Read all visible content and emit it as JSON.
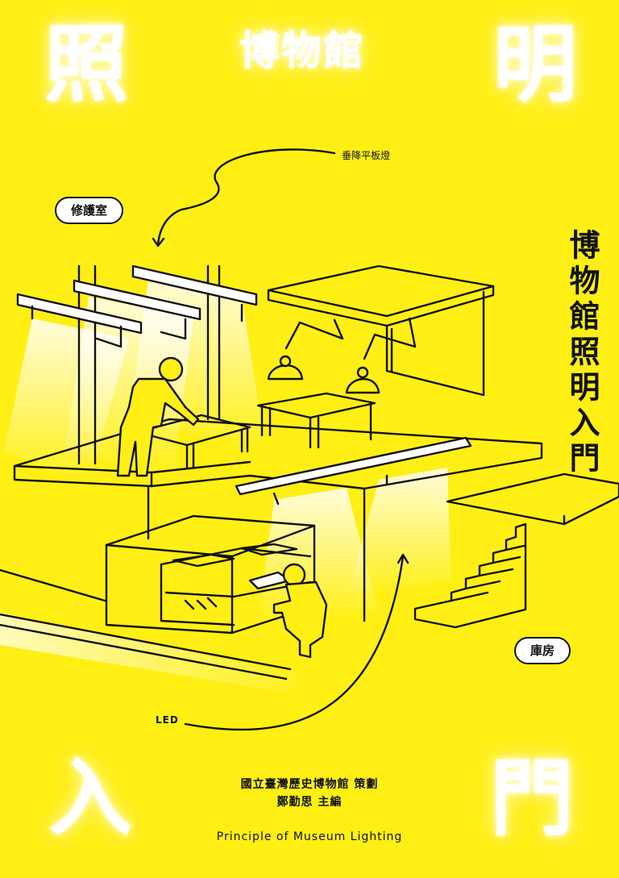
{
  "cover": {
    "bg_color": "#FFEF14",
    "ink_color": "#111111",
    "glow_color": "#FFFFFF",
    "corner_chars": [
      "照",
      "明",
      "入",
      "門"
    ],
    "top_word": "博物館",
    "vertical_title": "博物館照明入門",
    "labels": {
      "room_conservation": "修護室",
      "room_storage": "庫房",
      "lamp_label": "垂降平板燈",
      "led_label": "LED"
    },
    "credits": {
      "publisher": "國立臺灣歷史博物館 策劃",
      "editor": "鄭勤思 主編"
    },
    "english_title": "Principle of Museum Lighting"
  }
}
